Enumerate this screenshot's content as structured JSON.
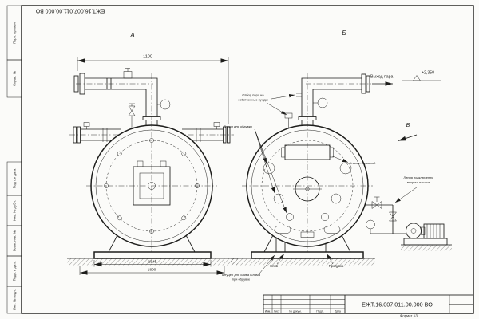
{
  "document": {
    "number_top": "ЕЖТ.16.007.011.00.000 ВО",
    "format_label": "Формат А3"
  },
  "margin_stamps": {
    "s0": "Перв. примен.",
    "s1": "Справ. №",
    "s2": "Подп. и дата",
    "s3": "Инв. № дубл.",
    "s4": "Взам. инв. №",
    "s5": "Подп. и дата",
    "s6": "Инв. № подл."
  },
  "title_block": {
    "doc_number": "ЕЖТ.16.007.011.00.000 ВО",
    "col_izm": "Изм.",
    "col_list": "Лист",
    "col_doc": "№ докум.",
    "col_sign": "Подп.",
    "col_date": "Дата"
  },
  "view_labels": {
    "a": "А",
    "b": "Б",
    "v": "В"
  },
  "dimensions": {
    "top_width": "1100",
    "base_width": "1545",
    "foundation_width": "1800",
    "elevation": "+2,350"
  },
  "callouts": {
    "steam_out": "Выход пара",
    "own_needs_line1": "Отбор пара на",
    "own_needs_line2": "собственные нужды",
    "blow_hatches": "Лючки для обдувки",
    "explosion_valve": "Клапан взрывной",
    "pump_line1": "Линия подключения",
    "pump_line2": "второго насоса",
    "drain": "Слив",
    "blowdown": "Продувка",
    "sludge_line1": "Штуцер для слива шлама",
    "sludge_line2": "при обдувке"
  }
}
